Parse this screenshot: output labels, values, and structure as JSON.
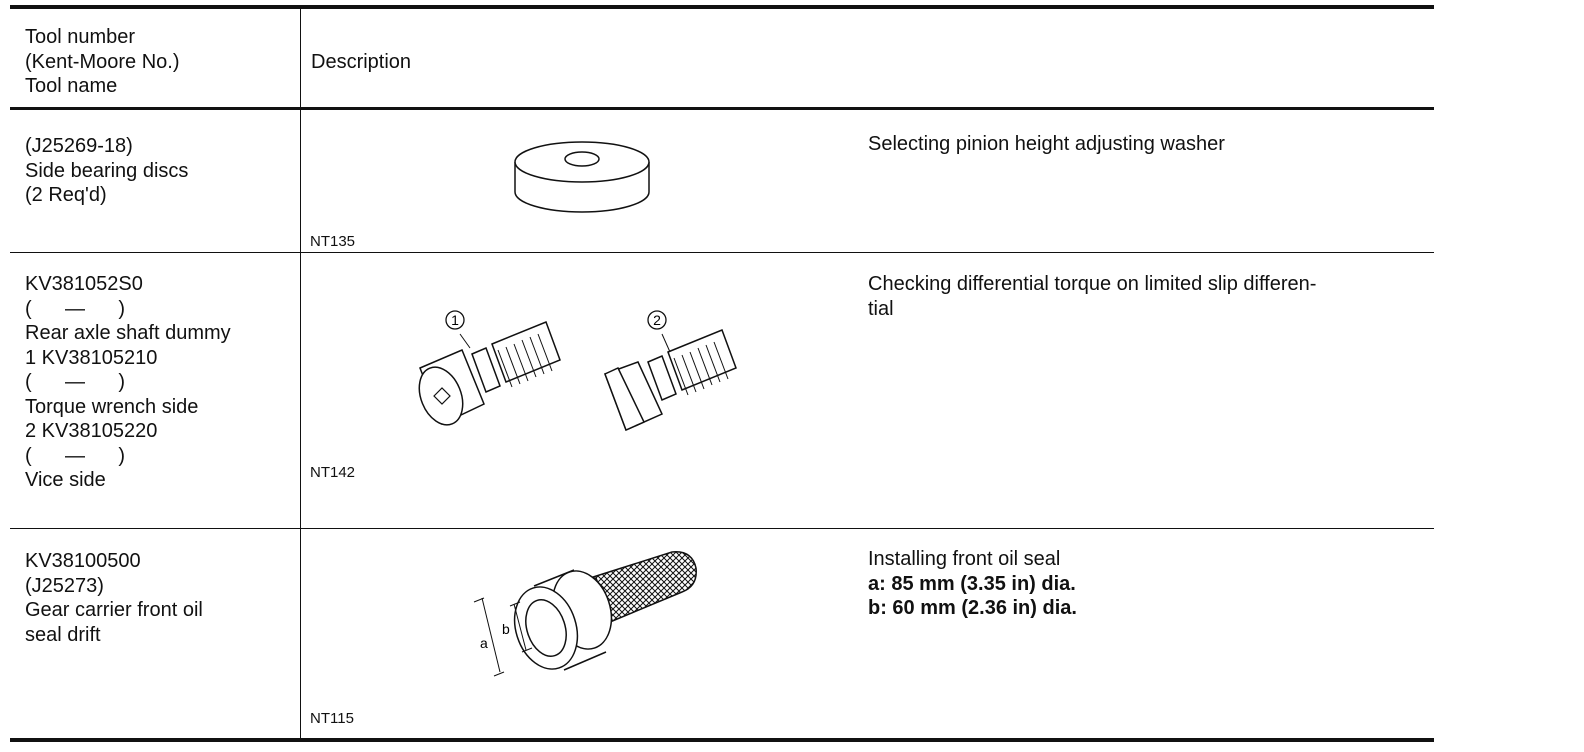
{
  "header": {
    "col1_lines": [
      "Tool number",
      "(Kent-Moore No.)",
      "Tool name"
    ],
    "col2": "Description"
  },
  "rows": [
    {
      "tool_lines": [
        "(J25269-18)",
        "Side bearing discs",
        "(2 Req'd)"
      ],
      "figure_code": "NT135",
      "description_lines": [
        "Selecting pinion height adjusting washer"
      ],
      "description_bold_lines": []
    },
    {
      "tool_lines": [
        "KV381052S0",
        "(      —      )",
        "Rear axle shaft dummy",
        "1 KV38105210",
        "(      —      )",
        "Torque wrench side",
        "2 KV38105220",
        "(      —      )",
        "Vice side"
      ],
      "figure_code": "NT142",
      "figure_labels": [
        "1",
        "2"
      ],
      "description_lines": [
        "Checking differential torque on limited slip differen-",
        "tial"
      ],
      "description_bold_lines": []
    },
    {
      "tool_lines": [
        "KV38100500",
        "(J25273)",
        "Gear carrier front oil",
        "seal drift"
      ],
      "figure_code": "NT115",
      "figure_labels": [
        "a",
        "b"
      ],
      "description_lines": [
        "Installing front oil seal"
      ],
      "description_bold_lines": [
        "a: 85 mm (3.35 in) dia.",
        "b: 60 mm (2.36 in) dia."
      ]
    }
  ]
}
